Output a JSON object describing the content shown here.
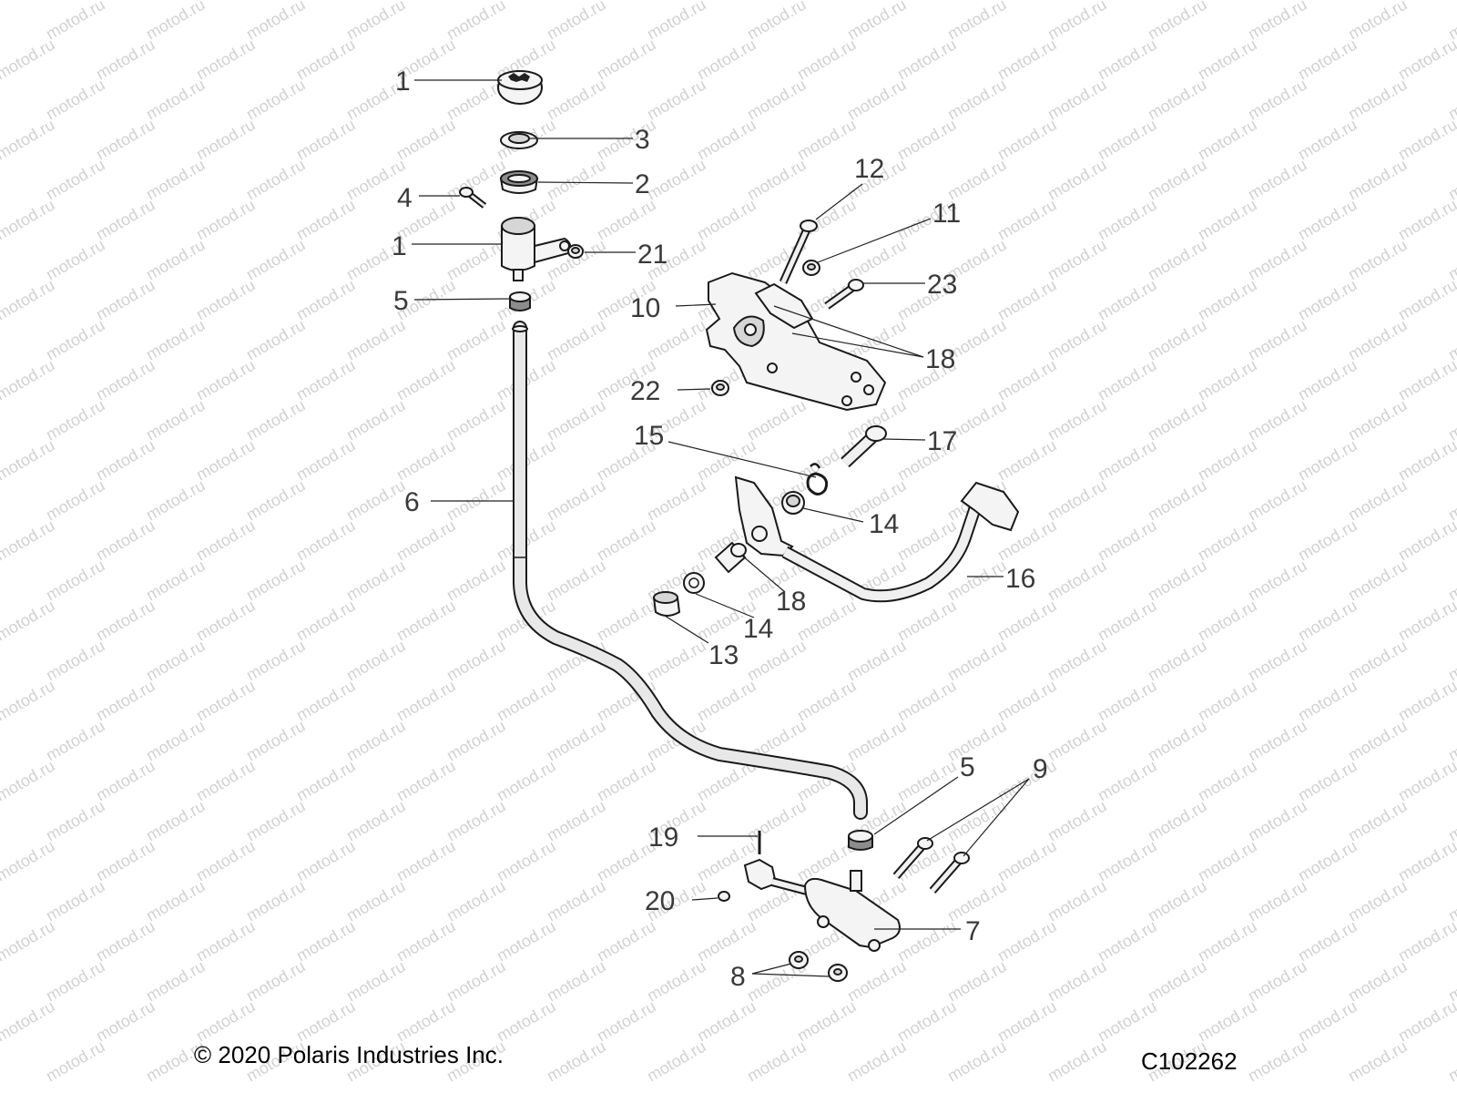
{
  "watermark": "motod.ru",
  "callouts": [
    {
      "id": "c1-cap",
      "label": "1"
    },
    {
      "id": "c3",
      "label": "3"
    },
    {
      "id": "c2",
      "label": "2"
    },
    {
      "id": "c4",
      "label": "4"
    },
    {
      "id": "c1-res",
      "label": "1"
    },
    {
      "id": "c21",
      "label": "21"
    },
    {
      "id": "c5-top",
      "label": "5"
    },
    {
      "id": "c6",
      "label": "6"
    },
    {
      "id": "c12",
      "label": "12"
    },
    {
      "id": "c11",
      "label": "11"
    },
    {
      "id": "c23",
      "label": "23"
    },
    {
      "id": "c10",
      "label": "10"
    },
    {
      "id": "c18-top",
      "label": "18"
    },
    {
      "id": "c22",
      "label": "22"
    },
    {
      "id": "c15",
      "label": "15"
    },
    {
      "id": "c17",
      "label": "17"
    },
    {
      "id": "c14-top",
      "label": "14"
    },
    {
      "id": "c16",
      "label": "16"
    },
    {
      "id": "c18-low",
      "label": "18"
    },
    {
      "id": "c14-low",
      "label": "14"
    },
    {
      "id": "c13",
      "label": "13"
    },
    {
      "id": "c5-low",
      "label": "5"
    },
    {
      "id": "c9",
      "label": "9"
    },
    {
      "id": "c19",
      "label": "19"
    },
    {
      "id": "c20",
      "label": "20"
    },
    {
      "id": "c7",
      "label": "7"
    },
    {
      "id": "c8",
      "label": "8"
    }
  ],
  "footer": {
    "copyright": "© 2020 Polaris Industries Inc.",
    "code": "C102262"
  }
}
